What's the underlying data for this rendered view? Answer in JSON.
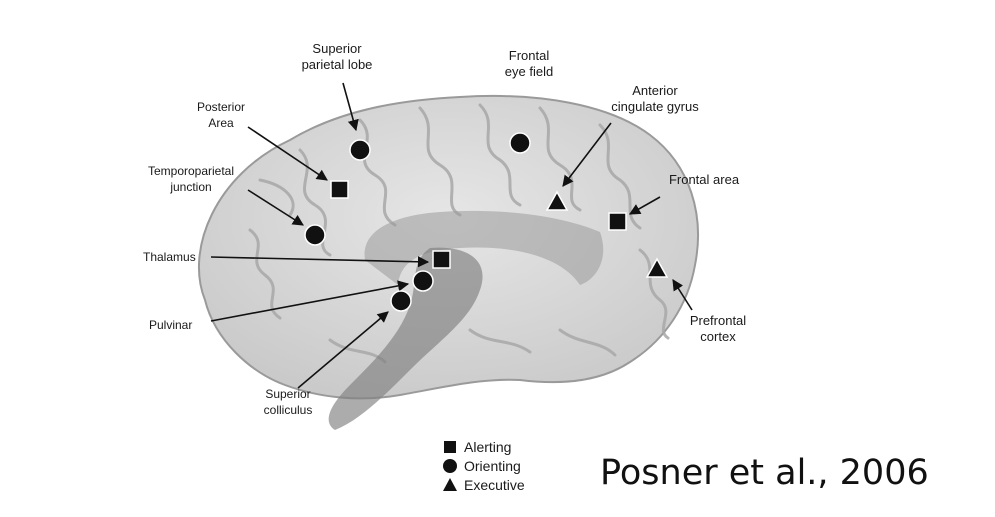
{
  "regions": {
    "superior_parietal_lobe": "Superior\nparietal lobe",
    "posterior_area": "Posterior\nArea",
    "temporoparietal_junction": "Temporoparietal\njunction",
    "frontal_eye_field": "Frontal\neye field",
    "anterior_cingulate_gyrus": "Anterior\ncingulate gyrus",
    "frontal_area": "Frontal area",
    "thalamus": "Thalamus",
    "pulvinar": "Pulvinar",
    "superior_colliculus": "Superior\ncolliculus",
    "prefrontal_cortex": "Prefrontal\ncortex"
  },
  "legend": {
    "alerting": "Alerting",
    "orienting": "Orienting",
    "executive": "Executive"
  },
  "citation": "Posner et al., 2006",
  "colors": {
    "brain": "#d9d9d9",
    "brain_outline": "#9a9a9a",
    "limbic_band": "#8c8c8c",
    "marker": "#111111"
  }
}
